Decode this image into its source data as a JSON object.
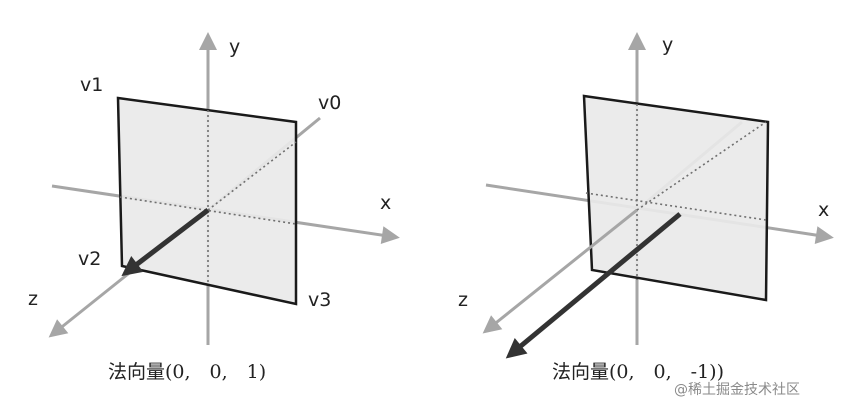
{
  "colors": {
    "axis": "#a6a6a6",
    "plane_fill": "#e9e9e9",
    "plane_edge": "#1a1a1a",
    "dotted": "#6f6f6f",
    "normal": "#3a3a3a",
    "text": "#222222",
    "watermark": "#8a8a8a"
  },
  "left": {
    "axes": {
      "y": "y",
      "x": "x",
      "z": "z"
    },
    "vertices": {
      "v0": "v0",
      "v1": "v1",
      "v2": "v2",
      "v3": "v3"
    },
    "caption": "法向量(0,　0,　1)"
  },
  "right": {
    "axes": {
      "y": "y",
      "x": "x",
      "z": "z"
    },
    "caption": "法向量(0,　0,　-1))"
  },
  "watermark": "@稀土掘金技术社区"
}
